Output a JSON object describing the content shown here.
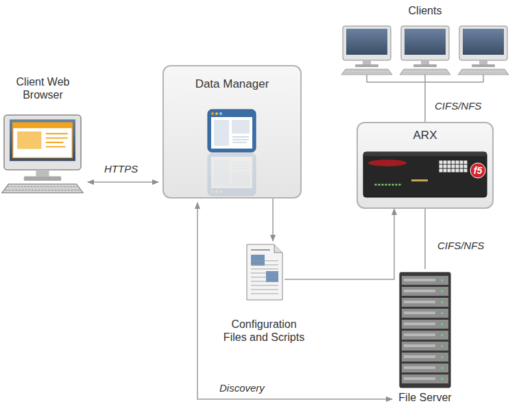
{
  "diagram": {
    "nodes": [
      {
        "text": [
          "Clients"
        ]
      },
      {
        "text": [
          "Client Web Browser"
        ]
      },
      {
        "text": [
          "Data Manager"
        ]
      },
      {
        "text": [
          "ARX"
        ]
      },
      {
        "text": [
          "Configuration Files and Scripts"
        ]
      },
      {
        "text": [
          "File Server"
        ]
      }
    ],
    "edges": [
      {
        "from": 1,
        "to": 2,
        "label": "HTTPS",
        "arrow": "both"
      },
      {
        "from": 0,
        "to": 3,
        "label": "CIFS/NFS",
        "arrow": "none"
      },
      {
        "from": 3,
        "to": 5,
        "label": "CIFS/NFS",
        "arrow": "none"
      },
      {
        "from": 2,
        "to": 4,
        "arrow": "to"
      },
      {
        "from": 4,
        "to": 3,
        "arrow": "to"
      },
      {
        "from": 2,
        "to": 5,
        "label": "Discovery",
        "arrow": "both"
      }
    ],
    "labels": [
      "f5"
    ]
  }
}
